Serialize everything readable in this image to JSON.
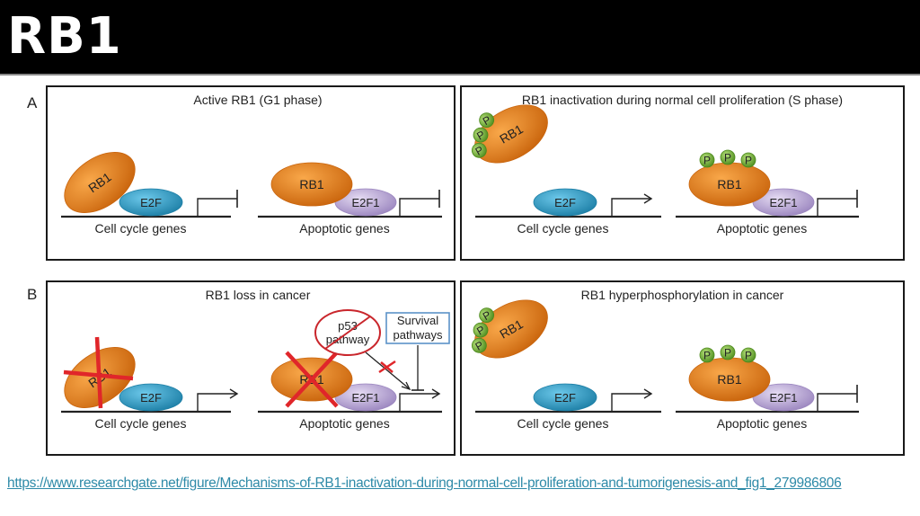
{
  "slide": {
    "title": "RB1",
    "source_link": "https://www.researchgate.net/figure/Mechanisms-of-RB1-inactivation-during-normal-cell-proliferation-and-tumorigenesis-and_fig1_279986806"
  },
  "figure": {
    "section_labels": [
      "A",
      "B"
    ],
    "panels": [
      {
        "id": "A-left",
        "title": "Active RB1 (G1 phase)",
        "left_gene": {
          "label": "Cell cycle genes",
          "rb1": "RB1",
          "factor": "E2F",
          "rb1_bound": true,
          "rb1_crossed": false,
          "phospho": [],
          "promoter": "repressed"
        },
        "right_gene": {
          "label": "Apoptotic genes",
          "rb1": "RB1",
          "factor": "E2F1",
          "rb1_bound": true,
          "rb1_crossed": false,
          "phospho": [],
          "promoter": "repressed"
        }
      },
      {
        "id": "A-right",
        "title": "RB1 inactivation during normal cell proliferation (S phase)",
        "left_gene": {
          "label": "Cell cycle genes",
          "rb1": "RB1",
          "factor": "E2F",
          "rb1_bound": false,
          "rb1_crossed": false,
          "phospho": [
            "P",
            "P",
            "P"
          ],
          "promoter": "active"
        },
        "right_gene": {
          "label": "Apoptotic genes",
          "rb1": "RB1",
          "factor": "E2F1",
          "rb1_bound": true,
          "rb1_crossed": false,
          "phospho": [
            "P",
            "P",
            "P"
          ],
          "promoter": "repressed"
        }
      },
      {
        "id": "B-left",
        "title": "RB1 loss in cancer",
        "left_gene": {
          "label": "Cell cycle genes",
          "rb1": "RB1",
          "factor": "E2F",
          "rb1_bound": true,
          "rb1_crossed": true,
          "phospho": [],
          "promoter": "active"
        },
        "right_gene": {
          "label": "Apoptotic genes",
          "rb1": "RB1",
          "factor": "E2F1",
          "rb1_bound": true,
          "rb1_crossed": true,
          "phospho": [],
          "promoter": "active"
        },
        "p53": {
          "line1": "p53",
          "line2": "pathway",
          "blocked": true
        },
        "survival": {
          "line1": "Survival",
          "line2": "pathways"
        }
      },
      {
        "id": "B-right",
        "title": "RB1 hyperphosphorylation in cancer",
        "left_gene": {
          "label": "Cell cycle genes",
          "rb1": "RB1",
          "factor": "E2F",
          "rb1_bound": false,
          "rb1_crossed": false,
          "phospho": [
            "P",
            "P",
            "P"
          ],
          "promoter": "active"
        },
        "right_gene": {
          "label": "Apoptotic genes",
          "rb1": "RB1",
          "factor": "E2F1",
          "rb1_bound": true,
          "rb1_crossed": false,
          "phospho": [
            "P",
            "P",
            "P"
          ],
          "promoter": "repressed"
        }
      }
    ],
    "colors": {
      "rb1": "#f28a1e",
      "rb1_dark": "#c9640c",
      "e2f": "#33a9d3",
      "e2f_dark": "#1d7fa6",
      "e2f1": "#c7b6e0",
      "e2f1_dark": "#9b86bf",
      "phospho": "#7fbf3a",
      "phospho_dark": "#4c8a1c",
      "cross": "#e0262a",
      "survival_border": "#5b93c8"
    }
  }
}
